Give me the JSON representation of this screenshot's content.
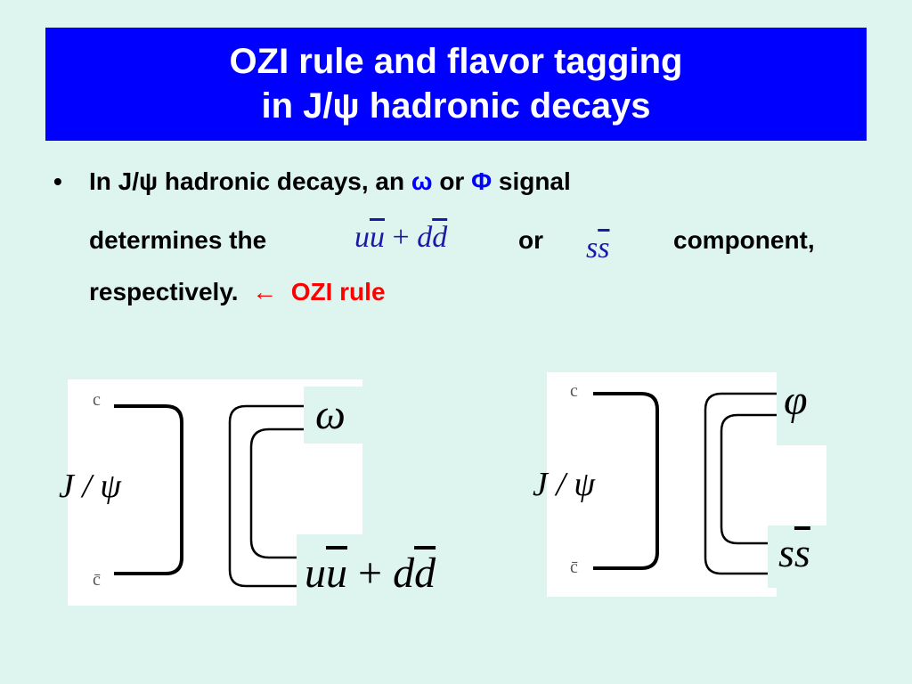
{
  "slide": {
    "title_line1": "OZI rule and flavor tagging",
    "title_line2": "in J/ψ hadronic decays"
  },
  "bullet": {
    "symbol": "•",
    "l1_a": "In J/ψ hadronic decays,  an ",
    "l1_omega": "ω",
    "l1_or": " or ",
    "l1_phi": "Φ",
    "l1_b": " signal",
    "l2_a": "determines the",
    "l2_math_u": "u",
    "l2_math_ubar": "u",
    "l2_math_plus": " + ",
    "l2_math_d": "d",
    "l2_math_dbar": "d",
    "l2_or": "or",
    "l2_math_s": "s",
    "l2_math_sbar": "s",
    "l2_b": "component,",
    "l3_a": "respectively.",
    "l3_arrow": "←",
    "l3_rule": "OZI rule"
  },
  "diagram_left": {
    "parent": "J / ψ",
    "quark_top": "c",
    "quark_bottom": "c̄",
    "meson": "ω",
    "content_u": "u",
    "content_ubar": "u",
    "content_plus": " + ",
    "content_d": "d",
    "content_dbar": "d"
  },
  "diagram_right": {
    "parent": "J / ψ",
    "quark_top": "c",
    "quark_bottom": "c̄",
    "meson": "φ",
    "content_s": "s",
    "content_sbar": "s"
  },
  "colors": {
    "background": "#ddf5ee",
    "title_bg": "#0000ff",
    "accent": "#0000ff",
    "highlight": "#ff0000"
  }
}
